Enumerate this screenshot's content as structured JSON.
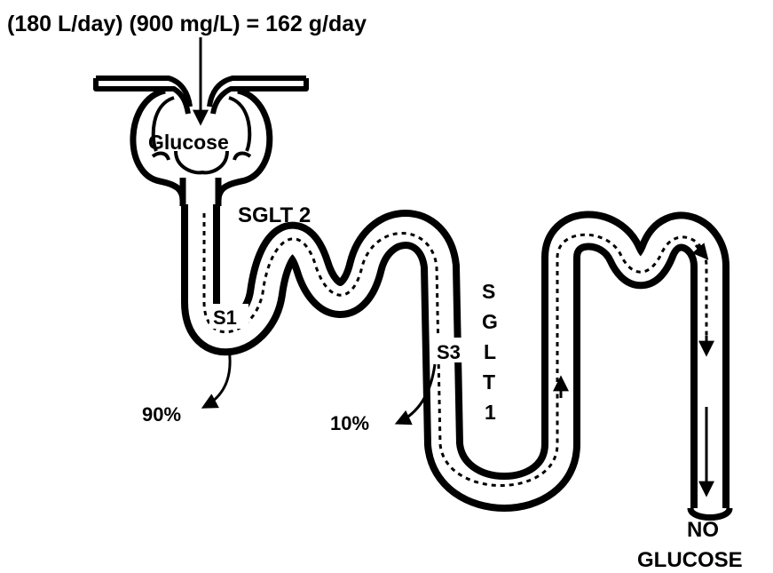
{
  "header": {
    "equation": "(180 L/day) (900 mg/L) = 162 g/day"
  },
  "labels": {
    "glucose": "Glucose",
    "sglt2": "SGLT 2",
    "s1": "S1",
    "s3": "S3",
    "pct_s1": "90%",
    "pct_s3": "10%",
    "sglt1": [
      "S",
      "G",
      "L",
      "T",
      "1"
    ],
    "no": "NO",
    "glucose_caps": "GLUCOSE"
  },
  "colors": {
    "ink": "#000000",
    "paper": "#ffffff"
  }
}
